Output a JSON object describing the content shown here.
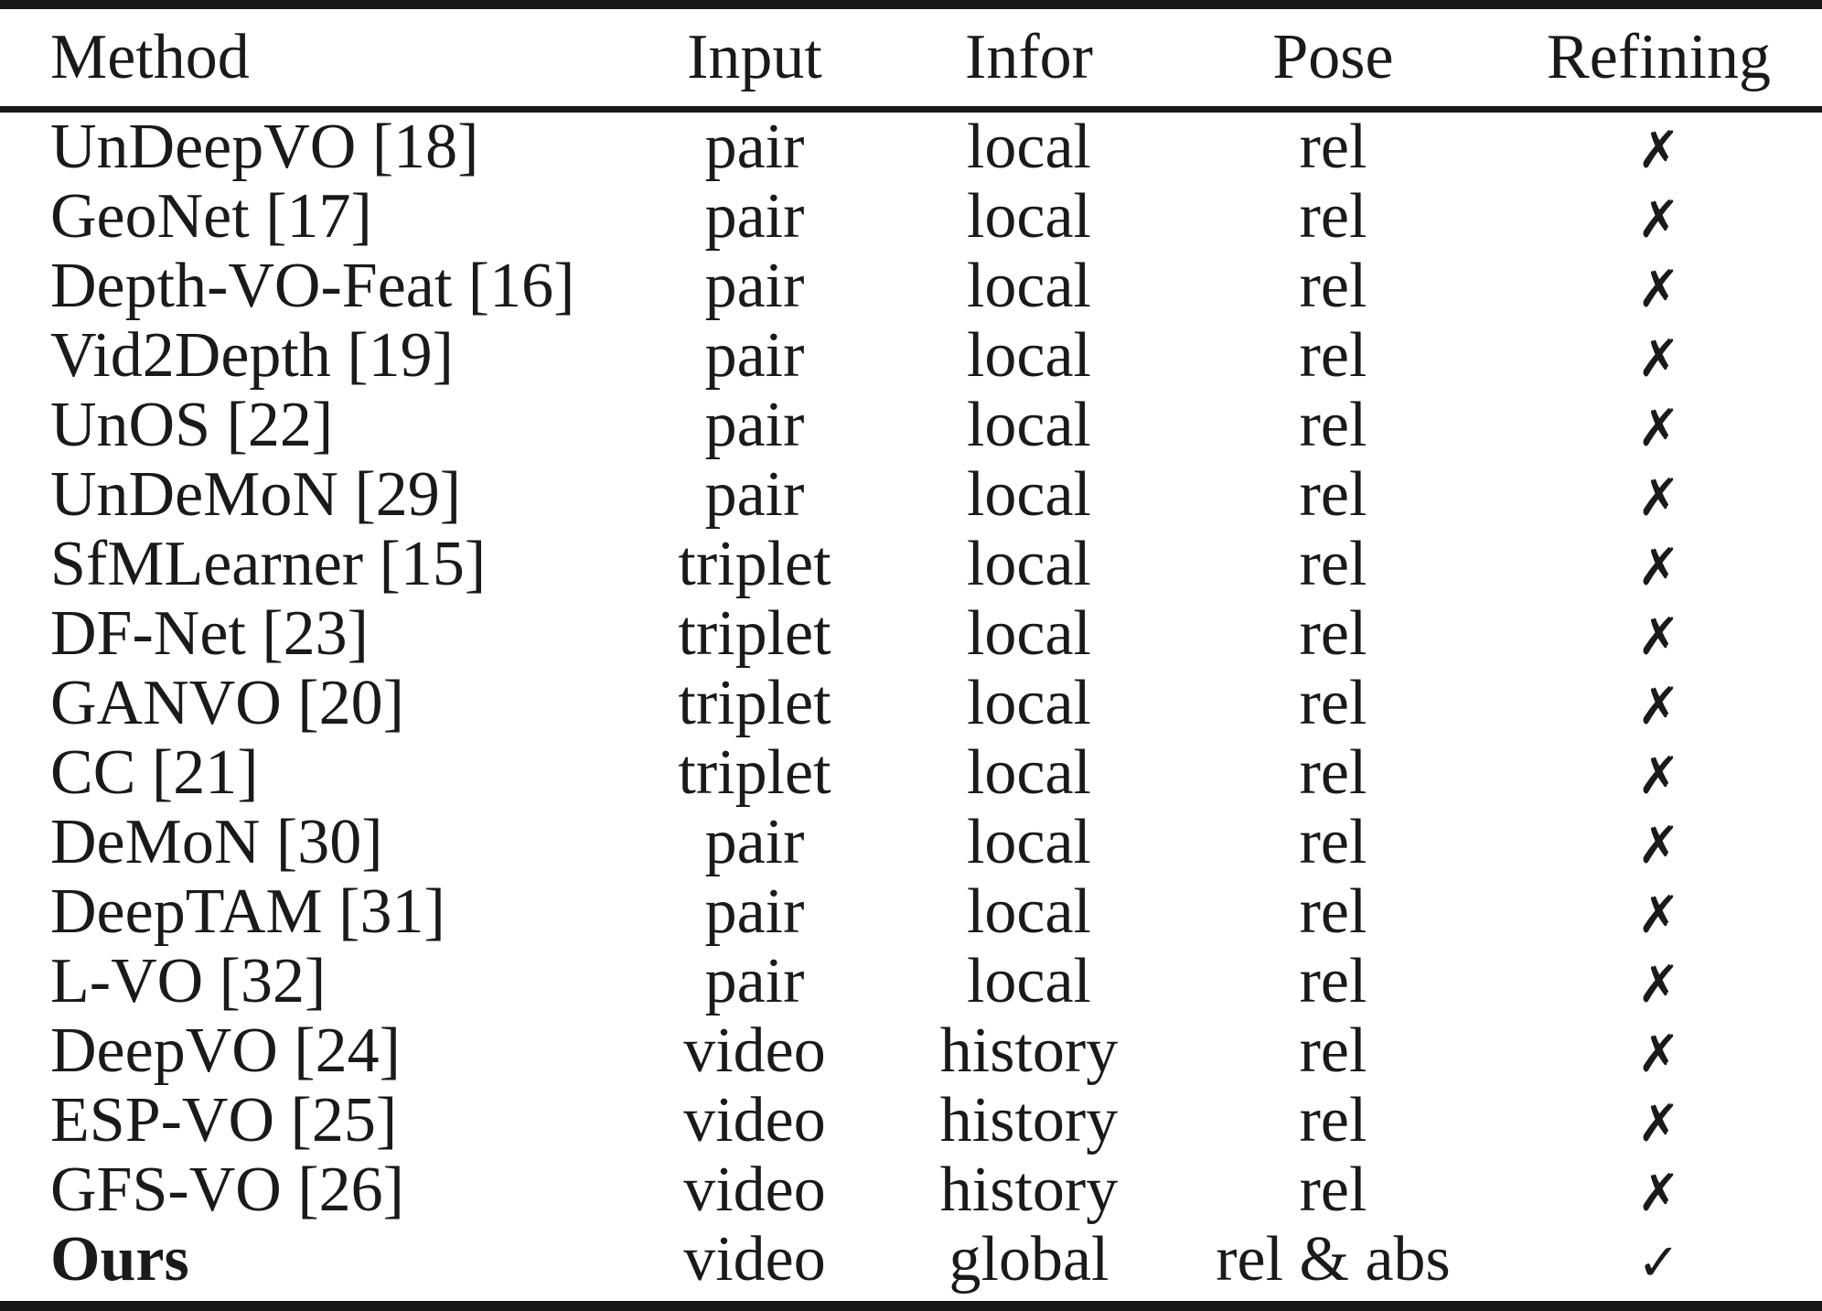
{
  "table": {
    "columns": [
      {
        "key": "method",
        "label": "Method"
      },
      {
        "key": "input",
        "label": "Input"
      },
      {
        "key": "infor",
        "label": "Infor"
      },
      {
        "key": "pose",
        "label": "Pose"
      },
      {
        "key": "refining",
        "label": "Refining"
      }
    ],
    "marks": {
      "cross": "✗",
      "check": "✓"
    },
    "text_color": "#1a1a1a",
    "rule_color": "#181818",
    "rows": [
      {
        "method": "UnDeepVO [18]",
        "input": "pair",
        "infor": "local",
        "pose": "rel",
        "refining": "cross",
        "bold": false
      },
      {
        "method": "GeoNet [17]",
        "input": "pair",
        "infor": "local",
        "pose": "rel",
        "refining": "cross",
        "bold": false
      },
      {
        "method": "Depth-VO-Feat [16]",
        "input": "pair",
        "infor": "local",
        "pose": "rel",
        "refining": "cross",
        "bold": false
      },
      {
        "method": "Vid2Depth [19]",
        "input": "pair",
        "infor": "local",
        "pose": "rel",
        "refining": "cross",
        "bold": false
      },
      {
        "method": "UnOS [22]",
        "input": "pair",
        "infor": "local",
        "pose": "rel",
        "refining": "cross",
        "bold": false
      },
      {
        "method": "UnDeMoN [29]",
        "input": "pair",
        "infor": "local",
        "pose": "rel",
        "refining": "cross",
        "bold": false
      },
      {
        "method": "SfMLearner [15]",
        "input": "triplet",
        "infor": "local",
        "pose": "rel",
        "refining": "cross",
        "bold": false
      },
      {
        "method": "DF-Net [23]",
        "input": "triplet",
        "infor": "local",
        "pose": "rel",
        "refining": "cross",
        "bold": false
      },
      {
        "method": "GANVO [20]",
        "input": "triplet",
        "infor": "local",
        "pose": "rel",
        "refining": "cross",
        "bold": false
      },
      {
        "method": "CC [21]",
        "input": "triplet",
        "infor": "local",
        "pose": "rel",
        "refining": "cross",
        "bold": false
      },
      {
        "method": "DeMoN [30]",
        "input": "pair",
        "infor": "local",
        "pose": "rel",
        "refining": "cross",
        "bold": false
      },
      {
        "method": "DeepTAM [31]",
        "input": "pair",
        "infor": "local",
        "pose": "rel",
        "refining": "cross",
        "bold": false
      },
      {
        "method": "L-VO [32]",
        "input": "pair",
        "infor": "local",
        "pose": "rel",
        "refining": "cross",
        "bold": false
      },
      {
        "method": "DeepVO [24]",
        "input": "video",
        "infor": "history",
        "pose": "rel",
        "refining": "cross",
        "bold": false
      },
      {
        "method": "ESP-VO [25]",
        "input": "video",
        "infor": "history",
        "pose": "rel",
        "refining": "cross",
        "bold": false
      },
      {
        "method": "GFS-VO [26]",
        "input": "video",
        "infor": "history",
        "pose": "rel",
        "refining": "cross",
        "bold": false
      },
      {
        "method": "Ours",
        "input": "video",
        "infor": "global",
        "pose": "rel & abs",
        "refining": "check",
        "bold": true
      }
    ]
  }
}
